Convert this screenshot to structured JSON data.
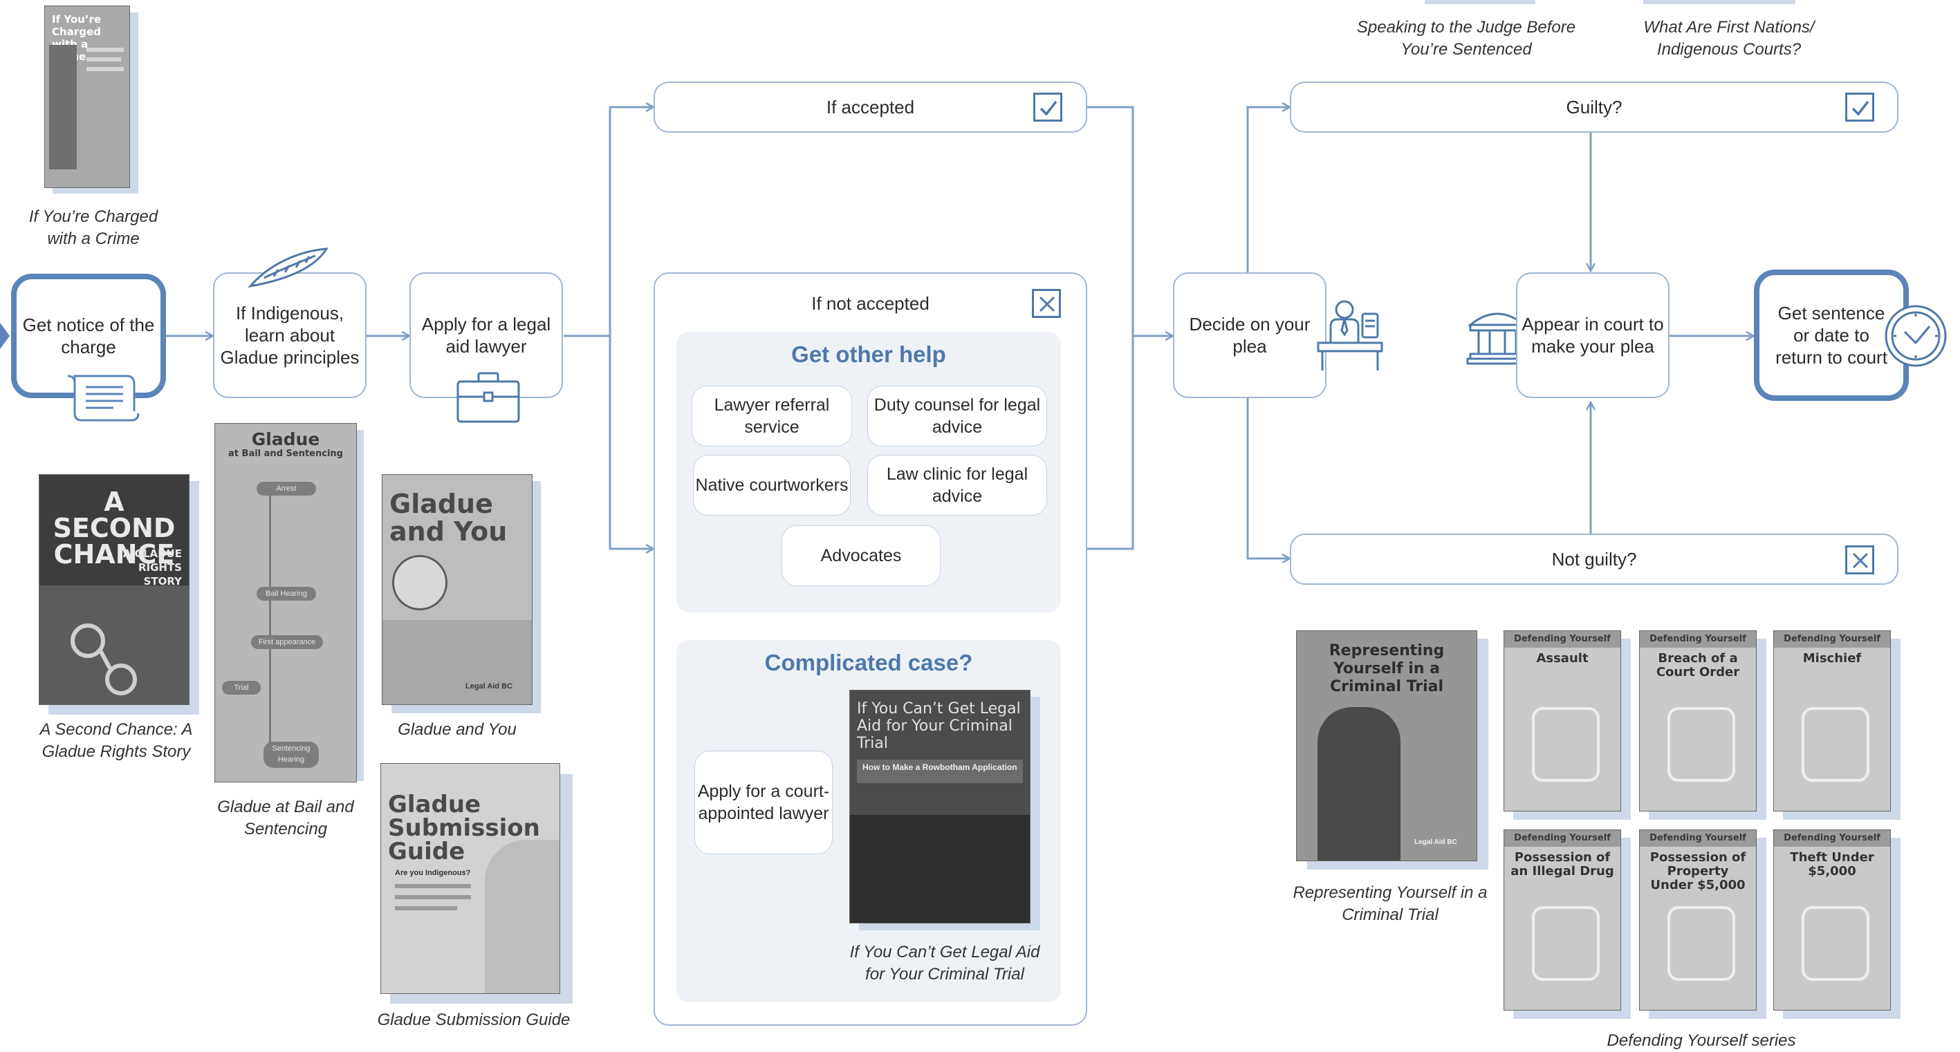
{
  "flow": {
    "get_notice": "Get notice of the charge",
    "if_indigenous": "If Indigenous, learn about Gladue principles",
    "apply_legal_aid": "Apply for a legal aid lawyer",
    "if_accepted": "If accepted",
    "if_not_accepted": "If not accepted",
    "decide_plea": "Decide on your plea",
    "guilty": "Guilty?",
    "not_guilty": "Not guilty?",
    "appear_court": "Appear in court to make your plea",
    "get_sentence": "Get sentence or date to return to court"
  },
  "other_help": {
    "heading": "Get other help",
    "items": [
      "Lawyer referral service",
      "Duty counsel for legal advice",
      "Native courtworkers",
      "Law clinic for legal advice",
      "Advocates"
    ]
  },
  "complicated": {
    "heading": "Complicated case?",
    "apply_court_appointed": "Apply for a court-appointed lawyer"
  },
  "captions": {
    "charged": "If You’re Charged with a Crime",
    "second_chance": "A Second Chance: A Gladue Rights Story",
    "gladue_bail": "Gladue at Bail and Sentencing",
    "gladue_you": "Gladue and You",
    "gladue_submission": "Gladue Submission Guide",
    "cant_get_legal_aid": "If You Can’t Get Legal Aid for Your Criminal Trial",
    "speaking_judge": "Speaking to the Judge Before You’re Sentenced",
    "first_nations_courts": "What Are First Nations/ Indigenous Courts?",
    "representing_yourself": "Representing Yourself in a Criminal Trial",
    "defending_series": "Defending Yourself series"
  },
  "covers": {
    "charged_title": "If You’re Charged with a Crime",
    "second_chance_title": "A SECOND CHANCE",
    "second_chance_sub": "A GLADUE RIGHTS STORY",
    "gladue_bail_title": "Gladue",
    "gladue_bail_sub": "at Bail and Sentencing",
    "gladue_bail_steps": [
      "Arrest",
      "Bail Hearing",
      "First appearance",
      "Trial",
      "Sentencing Hearing"
    ],
    "gladue_you_title": "Gladue and You",
    "gladue_submission_title": "Gladue Submission Guide",
    "gladue_submission_q": "Are you Indigenous?",
    "cant_get_title": "If You Can’t Get Legal Aid for Your Criminal Trial",
    "cant_get_sub": "How to Make a Rowbotham Application",
    "representing_title": "Representing Yourself in a Criminal Trial",
    "series_label": "Defending Yourself",
    "series_titles": [
      "Assault",
      "Breach of a Court Order",
      "Mischief",
      "Possession of an Illegal Drug",
      "Possession of Property Under $5,000",
      "Theft Under $5,000"
    ],
    "legal_aid_logo": "Legal Aid BC"
  },
  "colors": {
    "accent": "#4f78aa",
    "line": "#7f9fc6",
    "border": "#9fb7d3",
    "panel": "#eef2f7"
  },
  "icons": [
    "scroll-icon",
    "feather-icon",
    "briefcase-icon",
    "checkbox-checked-icon",
    "checkbox-x-icon",
    "person-at-desk-icon",
    "courthouse-icon",
    "clock-icon"
  ]
}
